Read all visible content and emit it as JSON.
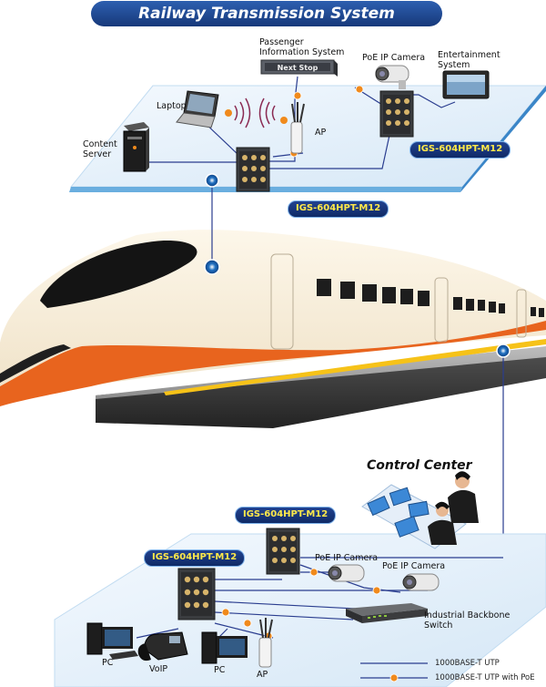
{
  "title": "Railway Transmission System",
  "top_network": {
    "labels": {
      "passenger": "Passenger\nInformation System",
      "display": "Next  Stop",
      "poe_camera": "PoE IP Camera",
      "entertainment": "Entertainment\nSystem",
      "laptop": "Laptop",
      "content_server": "Content\nServer",
      "ap": "AP"
    },
    "switch_right": "IGS-604HPT-M12",
    "switch_left": "IGS-604HPT-M12"
  },
  "control_center": {
    "title": "Control Center",
    "switch_top": "IGS-604HPT-M12",
    "switch_left": "IGS-604HPT-M12",
    "labels": {
      "poe_camera_1": "PoE IP Camera",
      "poe_camera_2": "PoE IP Camera",
      "backbone": "Industrial Backbone\nSwitch",
      "pc_1": "PC",
      "voip": "VoIP",
      "pc_2": "PC",
      "ap": "AP"
    }
  },
  "legend": [
    {
      "label": "1000BASE-T UTP",
      "icon": "line"
    },
    {
      "label": "1000BASE-T UTP with PoE",
      "icon": "line-poe-dot"
    }
  ],
  "colors": {
    "banner": "#1d4a9b",
    "badge_text": "#ffe94a",
    "cable": "#2a3d8f",
    "poe_dot": "#f08a1c",
    "train_orange": "#e8641e"
  }
}
